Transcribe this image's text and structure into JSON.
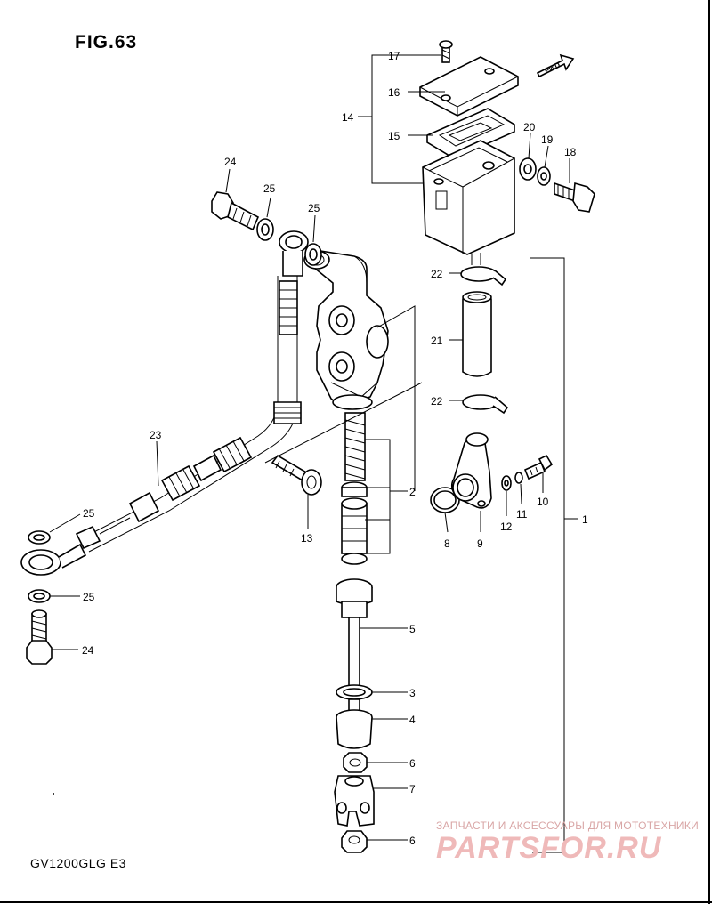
{
  "figure": {
    "title": "FIG.63",
    "model": "GV1200GLG  E3",
    "fwd_label": "FWD"
  },
  "watermark": {
    "tagline": "ЗАПЧАСТИ И АКСЕССУАРЫ ДЛЯ МОТОТЕХНИКИ",
    "brand": "PARTSFOR.RU"
  },
  "callouts": {
    "c1": "1",
    "c2": "2",
    "c3": "3",
    "c4": "4",
    "c5": "5",
    "c6a": "6",
    "c6b": "6",
    "c7": "7",
    "c8": "8",
    "c9": "9",
    "c10": "10",
    "c11": "11",
    "c12": "12",
    "c13": "13",
    "c14": "14",
    "c15": "15",
    "c16": "16",
    "c17": "17",
    "c18": "18",
    "c19": "19",
    "c20": "20",
    "c21": "21",
    "c22a": "22",
    "c22b": "22",
    "c23": "23",
    "c24a": "24",
    "c24b": "24",
    "c25a": "25",
    "c25b": "25",
    "c25c": "25",
    "c25d": "25"
  }
}
